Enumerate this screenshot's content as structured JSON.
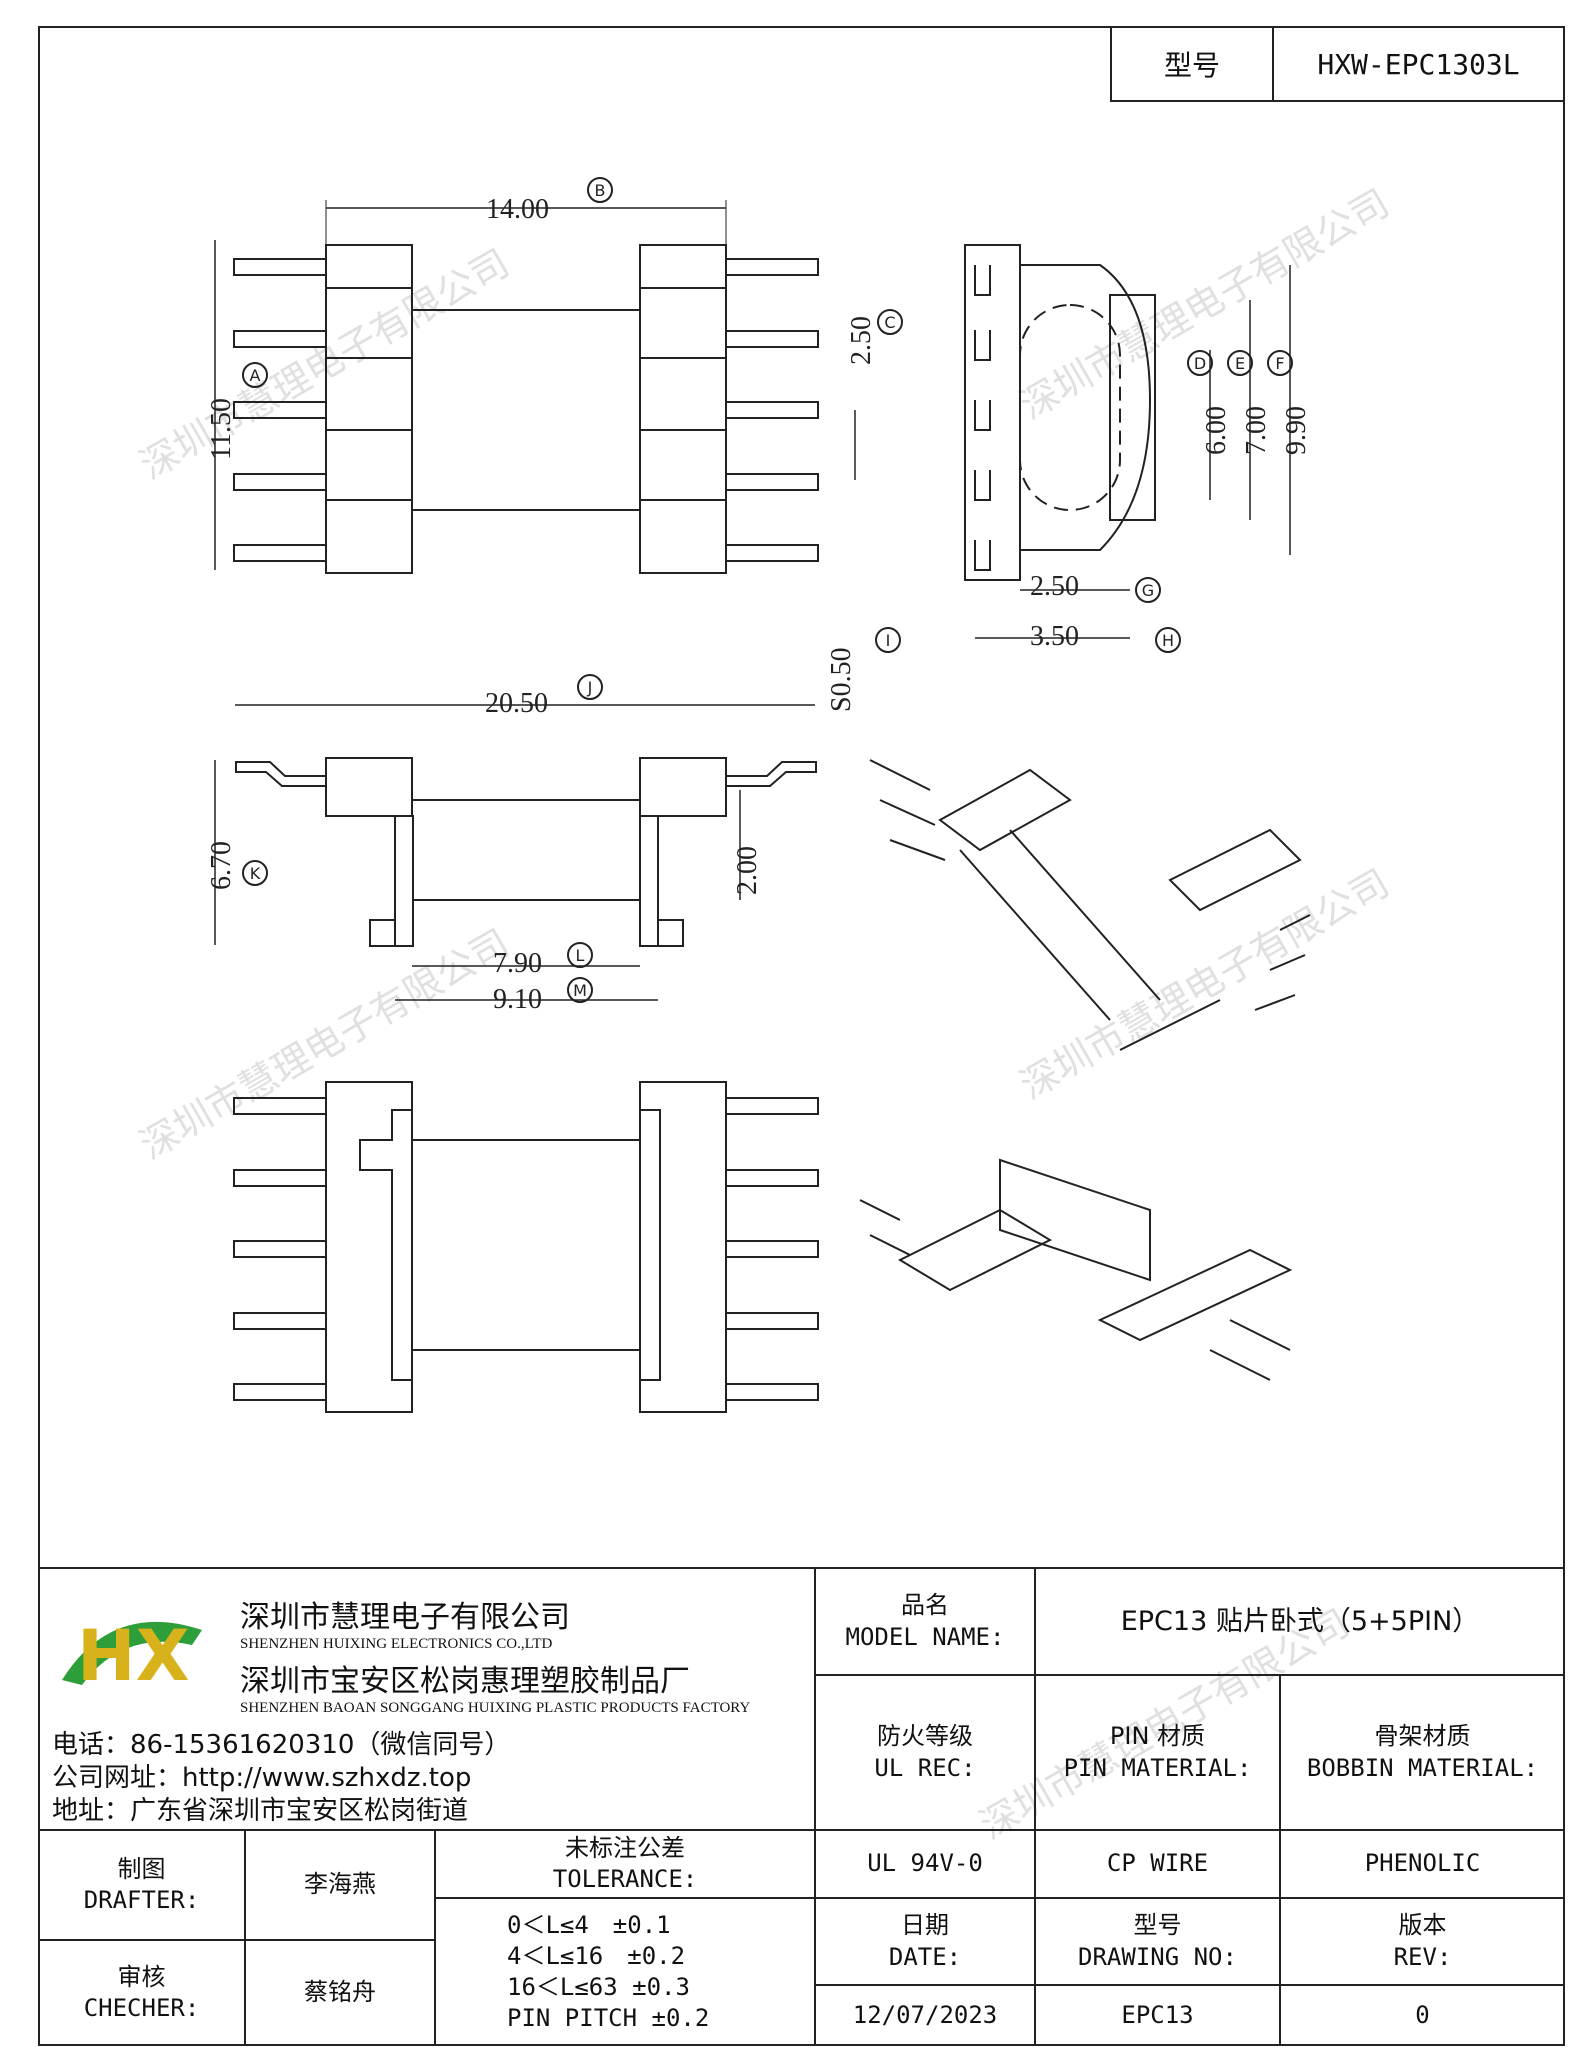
{
  "header": {
    "model_label": "型号",
    "model_value": "HXW-EPC1303L"
  },
  "dimensions": {
    "A": "11.50",
    "B": "14.00",
    "C": "2.50",
    "D": "6.00",
    "E": "7.00",
    "F": "9.90",
    "G": "2.50",
    "H": "3.50",
    "I": "S0.50",
    "J": "20.50",
    "K": "6.70",
    "L": "7.90",
    "M": "9.10",
    "N": "2.00"
  },
  "markers": [
    "A",
    "B",
    "C",
    "D",
    "E",
    "F",
    "G",
    "H",
    "I",
    "J",
    "K",
    "L",
    "M"
  ],
  "watermark": "深圳市慧理电子有限公司",
  "company": {
    "logo_text": "HX",
    "name_cn": "深圳市慧理电子有限公司",
    "name_en": "SHENZHEN HUIXING ELECTRONICS CO.,LTD",
    "factory_cn": "深圳市宝安区松岗惠理塑胶制品厂",
    "factory_en": "SHENZHEN BAOAN SONGGANG HUIXING PLASTIC PRODUCTS FACTORY",
    "phone": "电话：86-15361620310（微信同号）",
    "website": "公司网址：http://www.szhxdz.top",
    "address": "地址：广东省深圳市宝安区松岗街道"
  },
  "title_block": {
    "model_name_cn": "品名",
    "model_name_en": "MODEL NAME:",
    "model_name_value": "EPC13 贴片卧式（5+5PIN）",
    "ul_cn": "防火等级",
    "ul_en": "UL REC:",
    "ul_value": "UL 94V-0",
    "pin_cn": "PIN 材质",
    "pin_en": "PIN MATERIAL:",
    "pin_value": "CP WIRE",
    "bobbin_cn": "骨架材质",
    "bobbin_en": "BOBBIN MATERIAL:",
    "bobbin_value": "PHENOLIC",
    "drafter_cn": "制图",
    "drafter_en": "DRAFTER:",
    "drafter_name": "李海燕",
    "checker_cn": "审核",
    "checker_en": "CHECHER:",
    "checker_name": "蔡铭舟",
    "tolerance_cn": "未标注公差",
    "tolerance_en": "TOLERANCE:",
    "tolerances": [
      "0＜L≤4　±0.1",
      "4＜L≤16　±0.2",
      "16＜L≤63 ±0.3",
      "PIN PITCH ±0.2"
    ],
    "date_cn": "日期",
    "date_en": "DATE:",
    "date_value": "12/07/2023",
    "drawing_cn": "型号",
    "drawing_en": "DRAWING NO:",
    "drawing_value": "EPC13",
    "rev_cn": "版本",
    "rev_en": "REV:",
    "rev_value": "0"
  }
}
